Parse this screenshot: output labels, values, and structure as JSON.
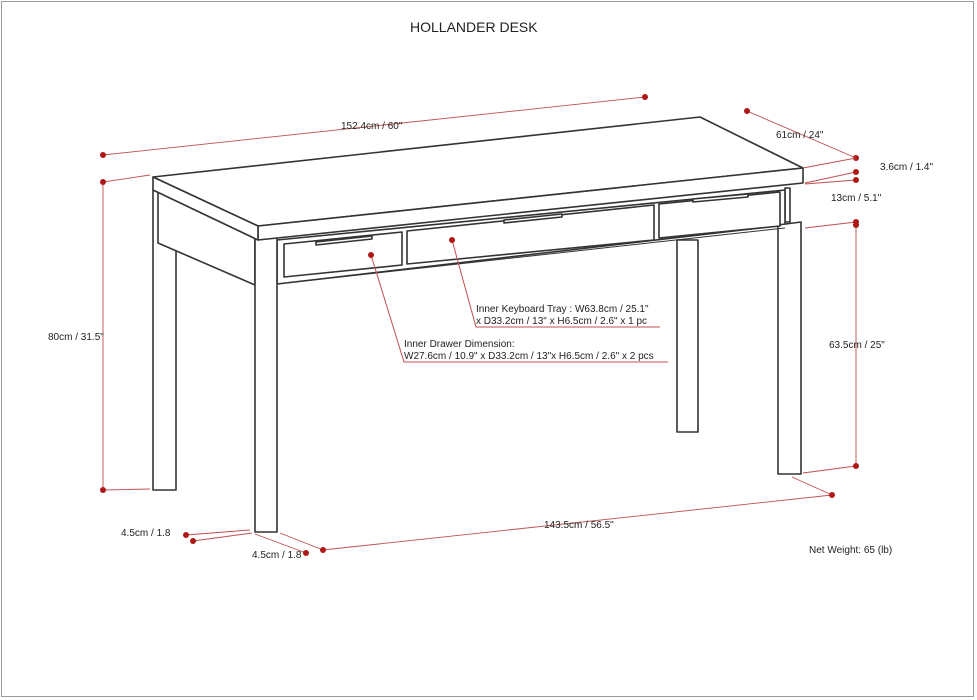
{
  "title": "HOLLANDER DESK",
  "dimensions": {
    "overall_width": "152.4cm / 60\"",
    "depth": "61cm / 24\"",
    "top_thickness": "3.6cm / 1.4\"",
    "apron_height": "13cm / 5.1\"",
    "overall_height": "80cm / 31.5\"",
    "clearance_height": "63.5cm / 25\"",
    "inner_leg_span": "143.5cm / 56.5\"",
    "leg_depth": "4.5cm / 1.8",
    "leg_width": "4.5cm / 1.8"
  },
  "callouts": {
    "keyboard_tray_line1": "Inner Keyboard Tray : W63.8cm / 25.1\"",
    "keyboard_tray_line2": "x D33.2cm / 13\" x H6.5cm / 2.6\" x 1 pc",
    "drawer_line1": "Inner Drawer Dimension:",
    "drawer_line2": "W27.6cm / 10.9\" x D33.2cm / 13\"x H6.5cm / 2.6\" x 2 pcs"
  },
  "net_weight": "Net Weight: 65 (lb)",
  "colors": {
    "dimension_line": "#c05050",
    "dimension_dot": "#b01818",
    "outline": "#333333"
  }
}
